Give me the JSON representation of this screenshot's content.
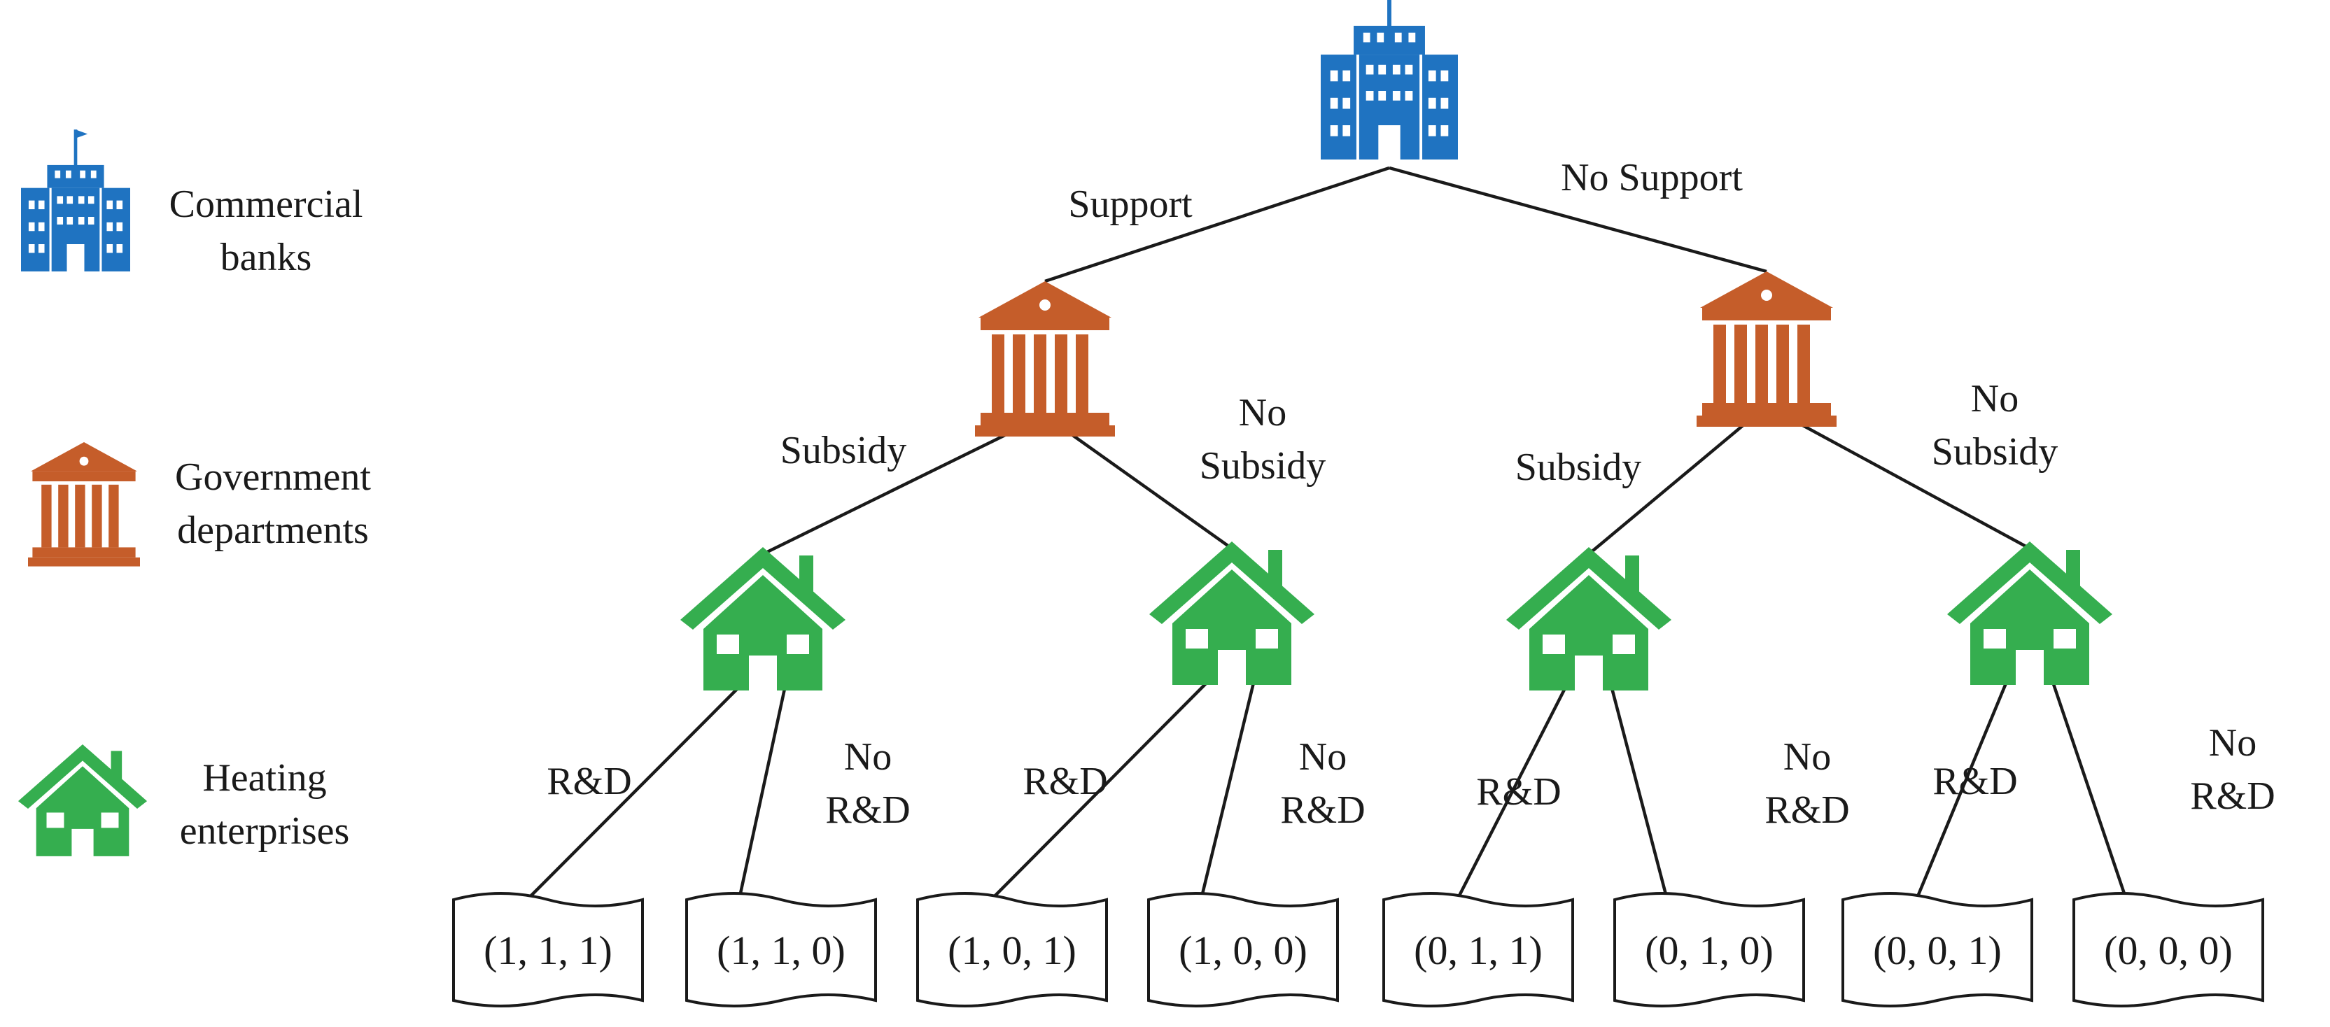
{
  "legend": {
    "bank": [
      "Commercial",
      "banks"
    ],
    "government": [
      "Government",
      "departments"
    ],
    "enterprise": [
      "Heating",
      "enterprises"
    ]
  },
  "colors": {
    "bank": "#1f73c1",
    "government": "#c55d2a",
    "enterprise": "#35ae4f"
  },
  "tree": {
    "root_edges": {
      "support": "Support",
      "no_support": "No Support"
    },
    "gov_edges": {
      "subsidy": "Subsidy",
      "no_subsidy": [
        "No",
        "Subsidy"
      ]
    },
    "ent_edges": {
      "rd": "R&D",
      "no_rd": [
        "No",
        "R&D"
      ]
    },
    "payoffs": [
      "(1, 1, 1)",
      "(1, 1, 0)",
      "(1, 0, 1)",
      "(1, 0, 0)",
      "(0, 1, 1)",
      "(0, 1, 0)",
      "(0, 0, 1)",
      "(0, 0, 0)"
    ]
  }
}
